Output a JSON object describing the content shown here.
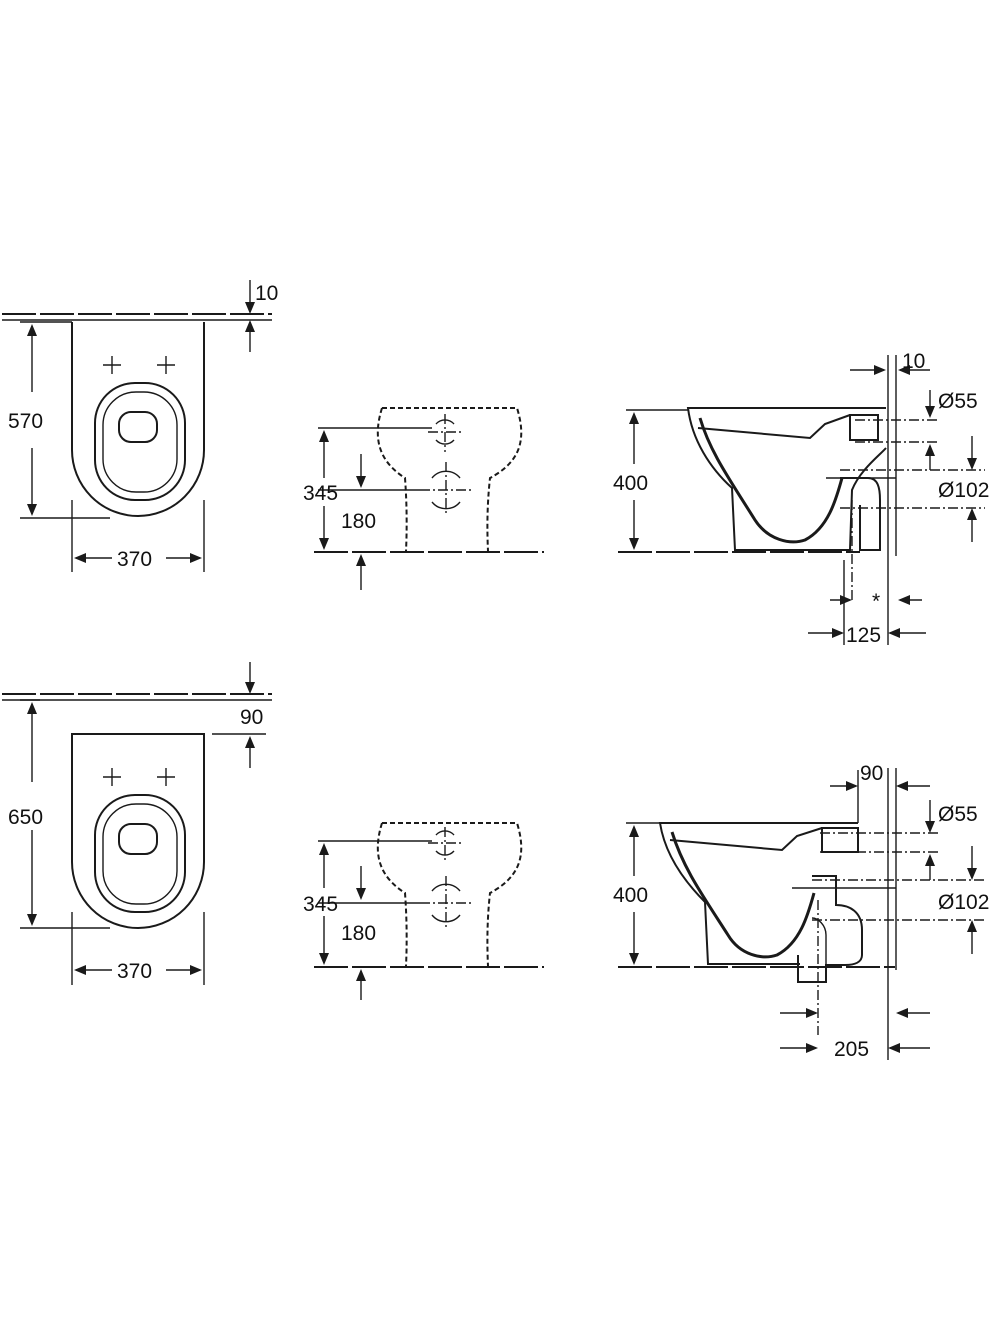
{
  "diagram": {
    "wall_hung": {
      "top_view": {
        "wall_gap": "10",
        "depth": "570",
        "width": "370"
      },
      "front_view": {
        "seat_height": "345",
        "fixing_height": "180"
      },
      "side_view": {
        "height": "400",
        "wall_gap": "10",
        "inlet": "Ø55",
        "outlet": "Ø102",
        "star": "*",
        "outlet_distance": "125"
      }
    },
    "floor_standing": {
      "top_view": {
        "wall_gap": "90",
        "depth": "650",
        "width": "370"
      },
      "front_view": {
        "seat_height": "345",
        "fixing_height": "180"
      },
      "side_view": {
        "height": "400",
        "wall_gap": "90",
        "inlet": "Ø55",
        "outlet": "Ø102",
        "outlet_distance": "205"
      }
    }
  },
  "icons": {
    "fixing_marks": "crosshair-icon"
  }
}
